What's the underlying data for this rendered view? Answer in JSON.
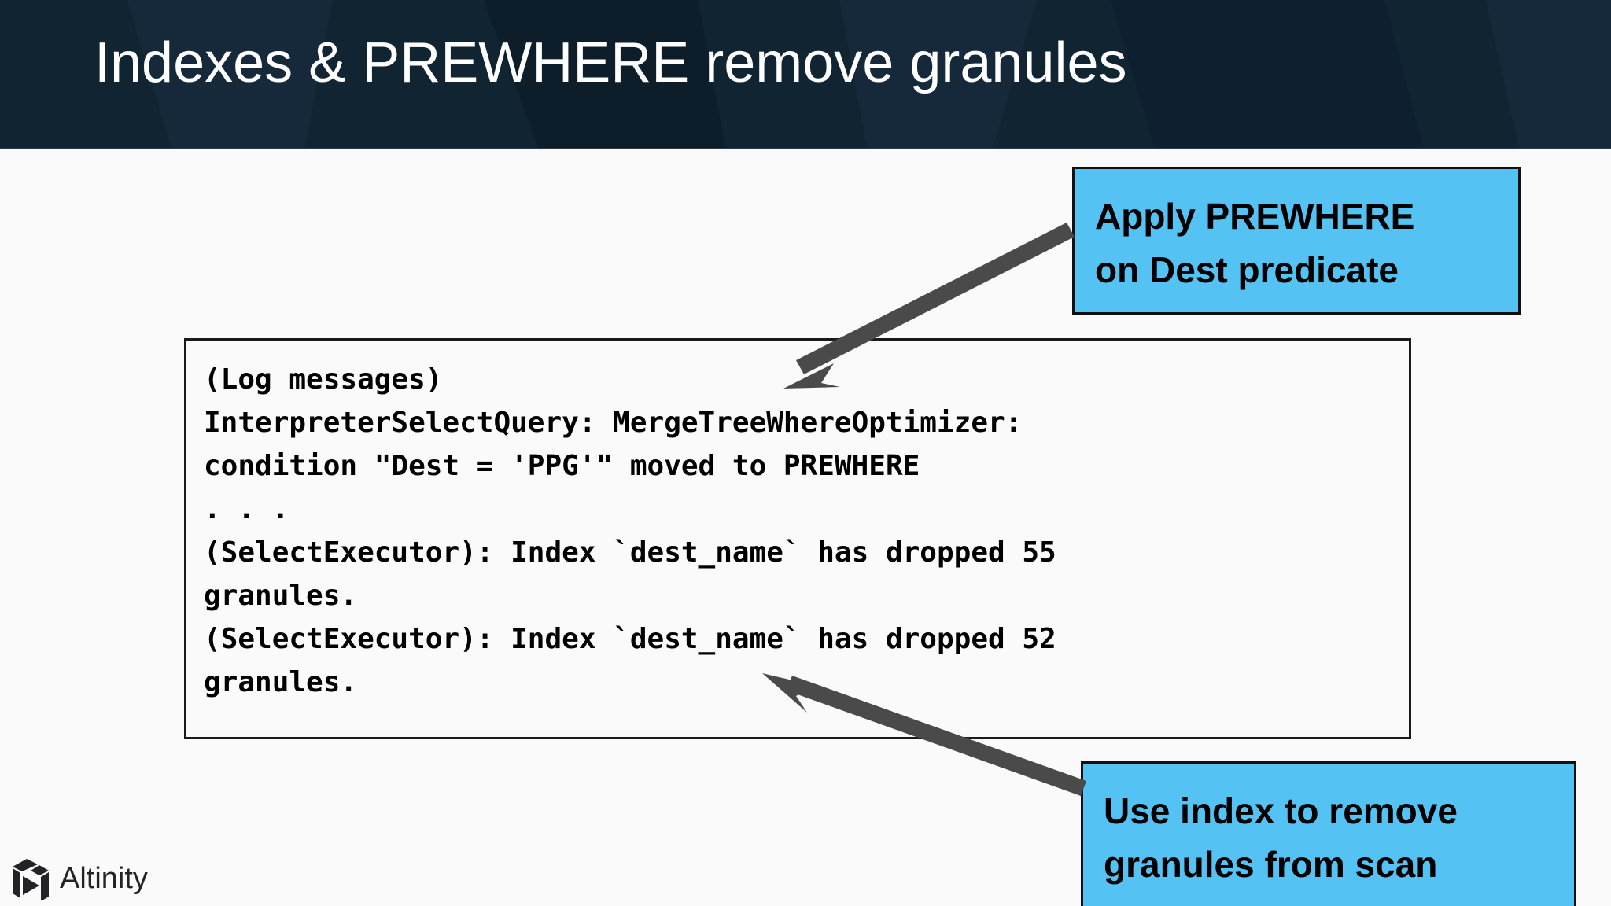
{
  "slide": {
    "title": "Indexes & PREWHERE remove granules",
    "background_color": "#fafafb",
    "title_bar_color": "#112432"
  },
  "code_box": {
    "name": "log-messages",
    "text": "(Log messages)\nInterpreterSelectQuery: MergeTreeWhereOptimizer:\ncondition \"Dest = 'PPG'\" moved to PREWHERE\n. . .\n(SelectExecutor): Index `dest_name` has dropped 55\ngranules.\n(SelectExecutor): Index `dest_name` has dropped 52\ngranules.",
    "lines": [
      "(Log messages)",
      "InterpreterSelectQuery: MergeTreeWhereOptimizer:",
      "condition \"Dest = 'PPG'\" moved to PREWHERE",
      ". . .",
      "(SelectExecutor): Index `dest_name` has dropped 55",
      "granules.",
      "(SelectExecutor): Index `dest_name` has dropped 52",
      "granules."
    ]
  },
  "callouts": [
    {
      "id": "prewhere",
      "line1": "Apply PREWHERE",
      "line2": "on Dest predicate",
      "color": "#54c2f2"
    },
    {
      "id": "index",
      "line1": "Use index to remove",
      "line2": "granules from scan",
      "color": "#54c2f2"
    }
  ],
  "arrows": {
    "color": "#4a4a4a"
  },
  "footer": {
    "brand": "Altinity"
  }
}
